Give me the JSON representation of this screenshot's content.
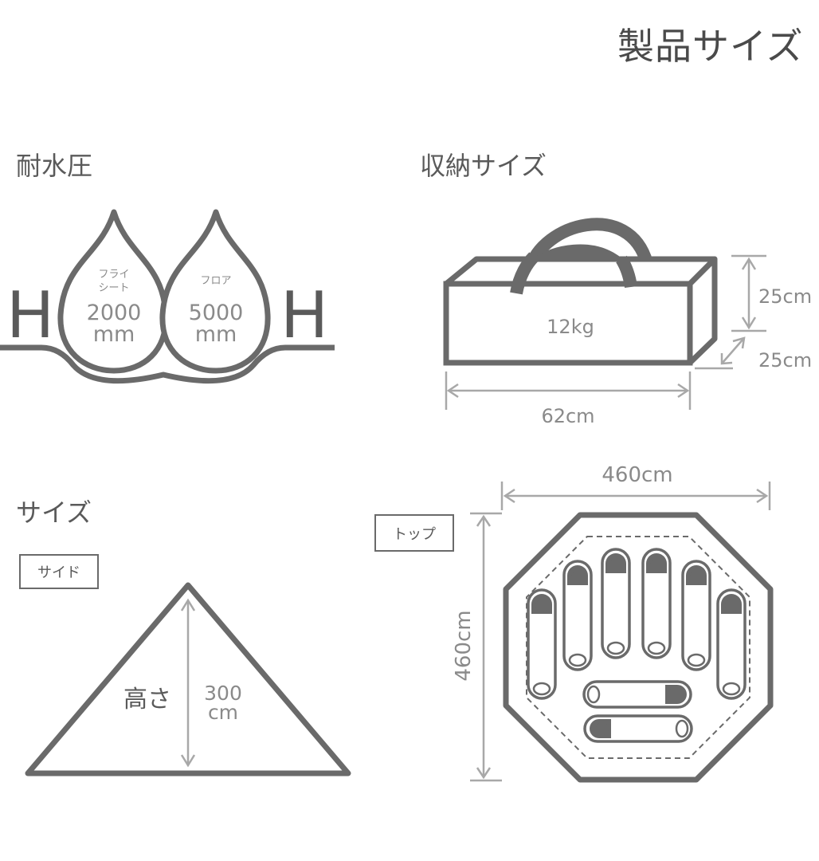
{
  "title": "製品サイズ",
  "sections": {
    "water": {
      "heading": "耐水圧",
      "fly_label_1": "フライ",
      "fly_label_2": "シート",
      "fly_value": "2000",
      "fly_unit": "mm",
      "floor_label": "フロア",
      "floor_value": "5000",
      "floor_unit": "mm",
      "h_letter": "H"
    },
    "storage": {
      "heading": "収納サイズ",
      "weight": "12kg",
      "height": "25cm",
      "depth": "25cm",
      "width": "62cm"
    },
    "size": {
      "heading": "サイズ",
      "side_tag": "サイド",
      "height_label": "高さ",
      "height_value": "300",
      "height_unit": "cm"
    },
    "top": {
      "tag": "トップ",
      "width": "460cm",
      "depth": "460cm"
    }
  },
  "colors": {
    "line": "#6a6a6a",
    "arrow": "#a8a8a8",
    "fill": "#d6d6d6",
    "bag_fill": "#ffffff"
  }
}
